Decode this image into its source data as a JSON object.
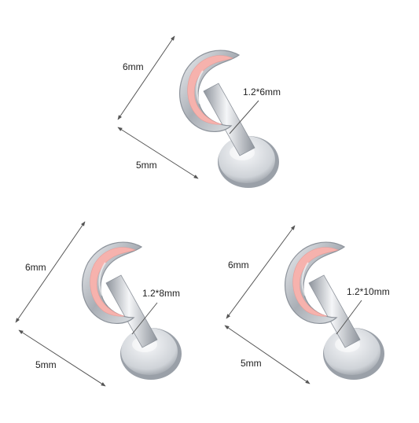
{
  "products": [
    {
      "height_label": "6mm",
      "width_label": "5mm",
      "size_label": "1.2*6mm"
    },
    {
      "height_label": "6mm",
      "width_label": "5mm",
      "size_label": "1.2*8mm"
    },
    {
      "height_label": "6mm",
      "width_label": "5mm",
      "size_label": "1.2*10mm"
    }
  ],
  "colors": {
    "enamel": "#f6b2ad",
    "steel_light": "#f3f4f6",
    "steel_dark": "#9aa0a8",
    "dimension_line": "#555555"
  }
}
